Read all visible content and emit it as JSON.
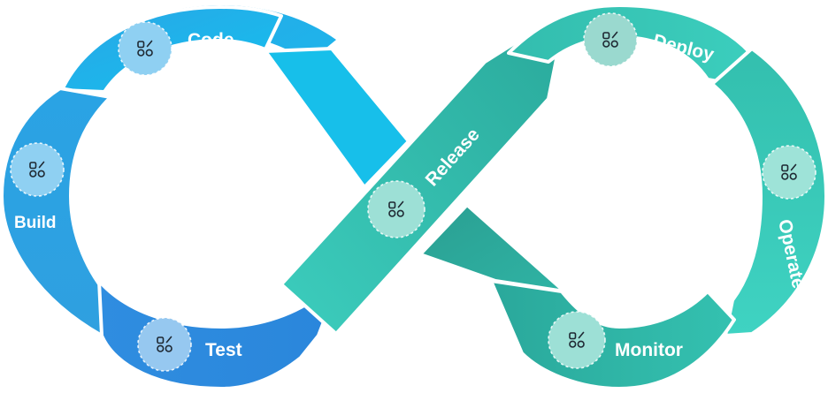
{
  "diagram": {
    "stages": [
      {
        "id": "code",
        "label": "Code",
        "icon": "apps-icon"
      },
      {
        "id": "build",
        "label": "Build",
        "icon": "apps-icon"
      },
      {
        "id": "test",
        "label": "Test",
        "icon": "apps-icon"
      },
      {
        "id": "release",
        "label": "Release",
        "icon": "apps-icon"
      },
      {
        "id": "deploy",
        "label": "Deploy",
        "icon": "apps-icon"
      },
      {
        "id": "operate",
        "label": "Operate",
        "icon": "apps-icon"
      },
      {
        "id": "monitor",
        "label": "Monitor",
        "icon": "apps-icon"
      }
    ],
    "colors": {
      "blue_light": "#22b3ea",
      "blue_mid": "#2a9be0",
      "blue_dark": "#2e86dc",
      "teal_light": "#3cd0bf",
      "teal_mid": "#34c2b0",
      "teal_dark": "#2aaa9c",
      "badge_blue": "#9fd6f4",
      "badge_teal": "#9de3d8"
    }
  }
}
